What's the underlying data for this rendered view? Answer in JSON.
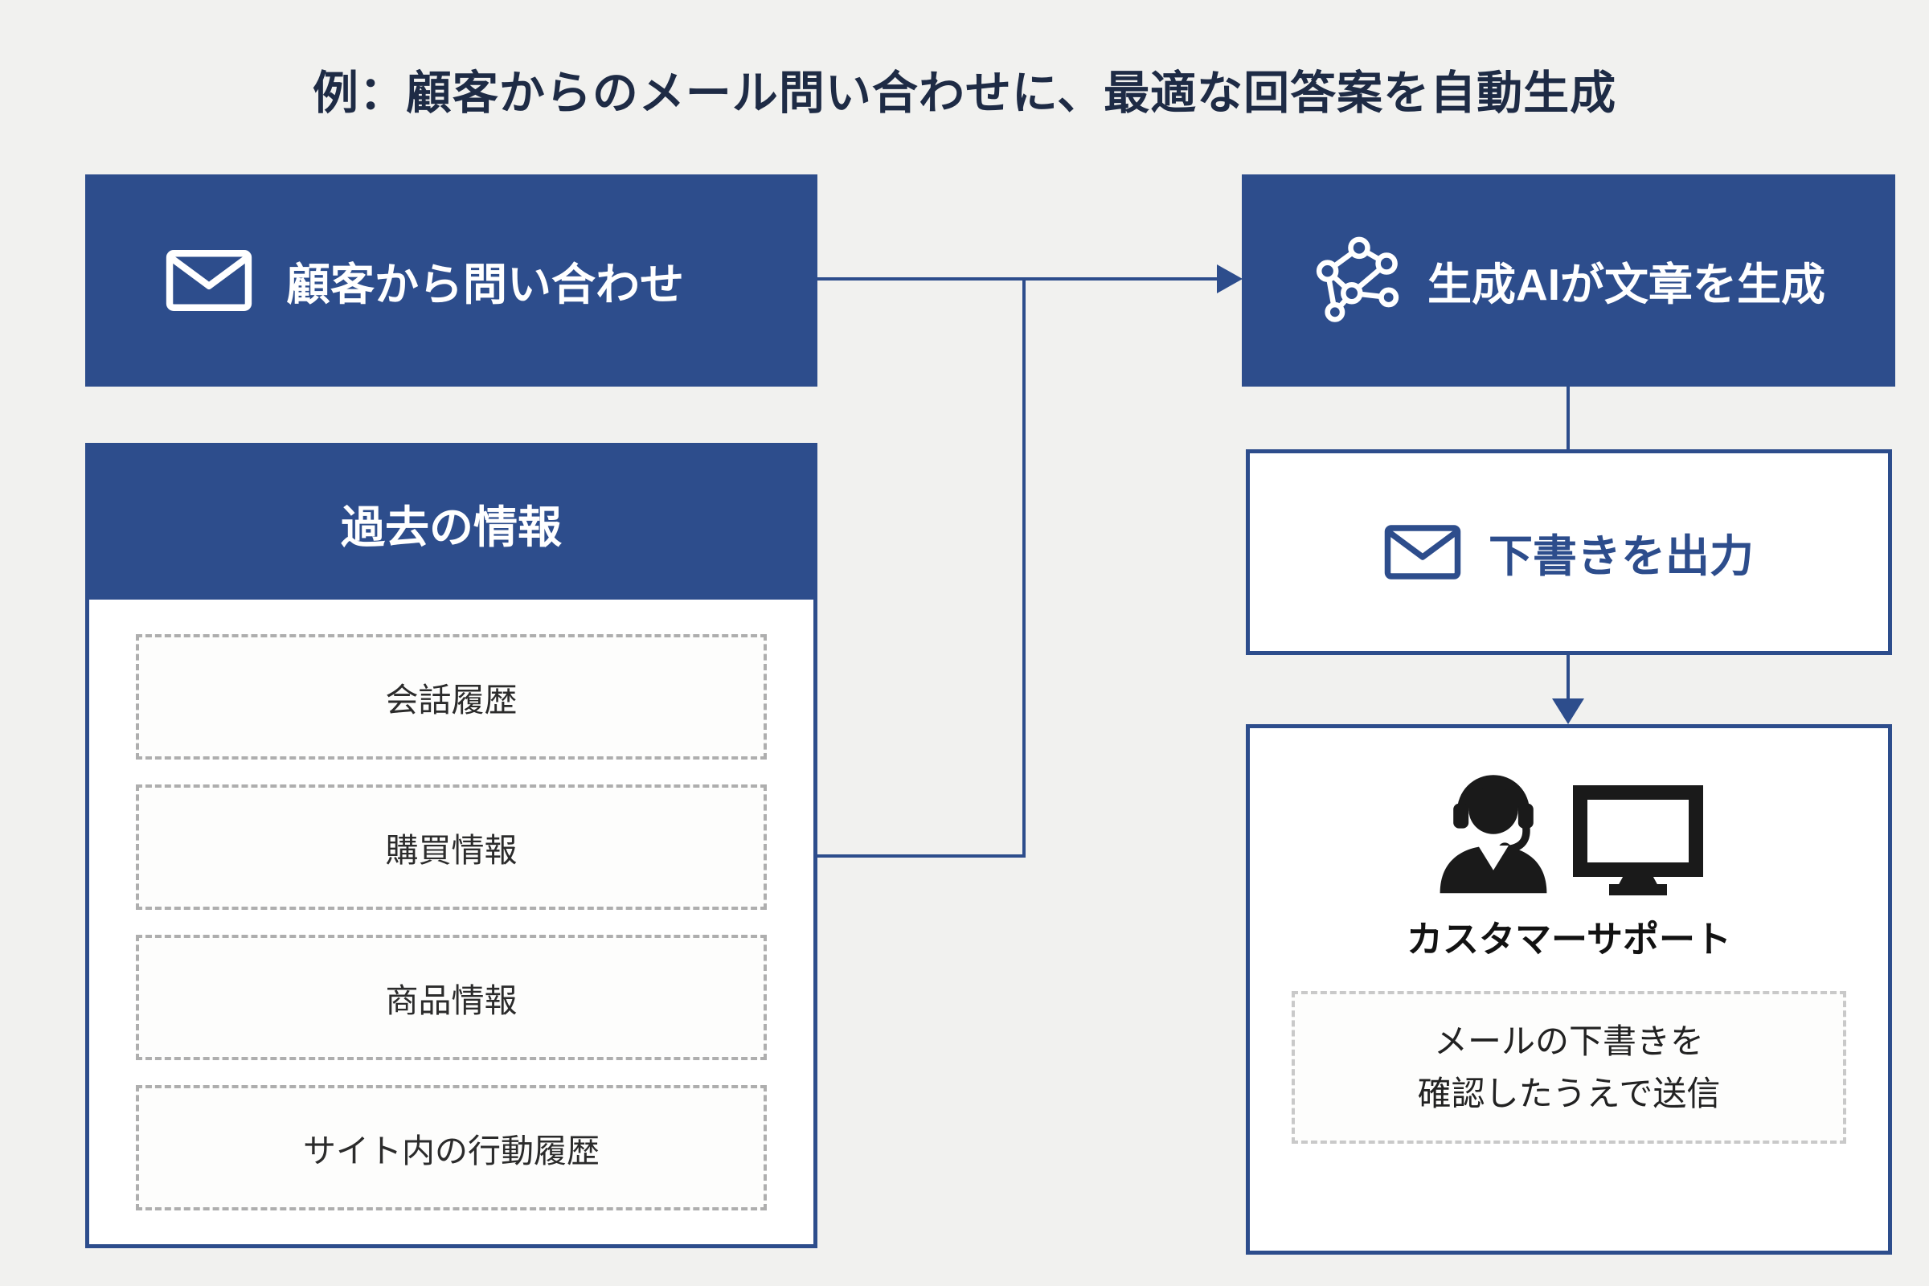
{
  "title": "例：顧客からのメール問い合わせに、最適な回答案を自動生成",
  "colors": {
    "accent_navy": "#2d4d8c",
    "background": "#f1f1ef",
    "dashed_gray": "#aeaeae",
    "icon_black": "#1a1a1a"
  },
  "left": {
    "inquiry_label": "顧客から問い合わせ",
    "past_info": {
      "header": "過去の情報",
      "items": [
        "会話履歴",
        "購買情報",
        "商品情報",
        "サイト内の行動履歴"
      ]
    }
  },
  "right": {
    "ai_label": "生成AIが文章を生成",
    "draft_label": "下書きを出力",
    "support": {
      "label": "カスタマーサポート",
      "note_line1": "メールの下書きを",
      "note_line2": "確認したうえで送信"
    }
  },
  "icons": {
    "inquiry": "envelope-icon",
    "ai": "ai-network-icon",
    "draft": "envelope-icon",
    "support": [
      "support-agent-icon",
      "monitor-icon"
    ]
  }
}
